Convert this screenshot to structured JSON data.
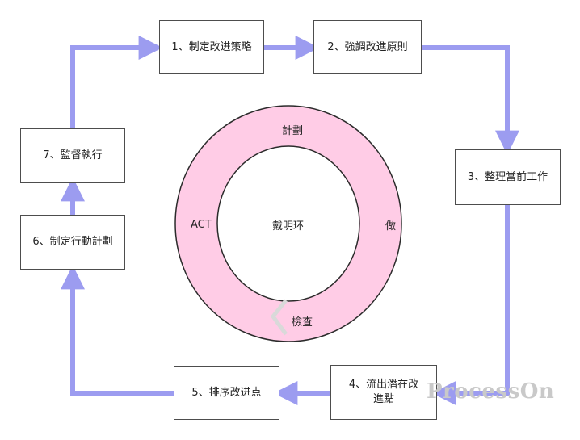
{
  "steps": [
    "1、制定改进策略",
    "2、強調改進原則",
    "3、整理當前工作",
    "4、流出潛在改進點",
    "5、排序改进点",
    "6、制定行動計劃",
    "7、監督執行"
  ],
  "cycle": {
    "center": "戴明环",
    "plan": "計劃",
    "do": "做",
    "check": "檢查",
    "act": "ACT"
  },
  "colors": {
    "ring_fill": "#ffcce6",
    "ring_stroke": "#2b2b2b",
    "arrow": "#9c9cf0",
    "box_border": "#4d4d4d"
  },
  "watermark": "ProcessOn"
}
